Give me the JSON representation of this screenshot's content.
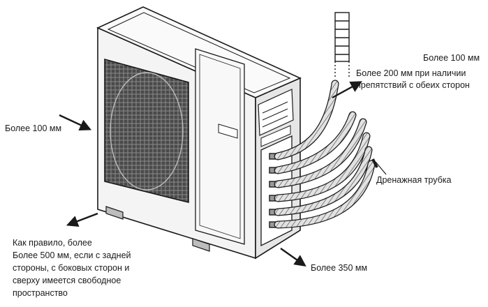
{
  "labels": {
    "left_clearance": "Более 100 мм",
    "top_right_clearance": "Более 100 мм",
    "obstacle_clearance_line1": "Более 200 мм при наличии",
    "obstacle_clearance_line2": "препятствий с обеих сторон",
    "drain_pipe": "Дренажная трубка",
    "front_clearance": "Более 350  мм",
    "note_line1": "Как правило, более",
    "note_line2": "Более 500 мм, если с задней",
    "note_line3": "стороны, с боковых сторон и",
    "note_line4": "сверху имеется свободное",
    "note_line5": "пространство"
  },
  "colors": {
    "line": "#1a1a1a",
    "unit_face": "#f4f4f4",
    "unit_side": "#e6e6e6",
    "unit_top": "#fafafa",
    "grille": "#3a3a3a",
    "hose": "#cfcfcf"
  }
}
